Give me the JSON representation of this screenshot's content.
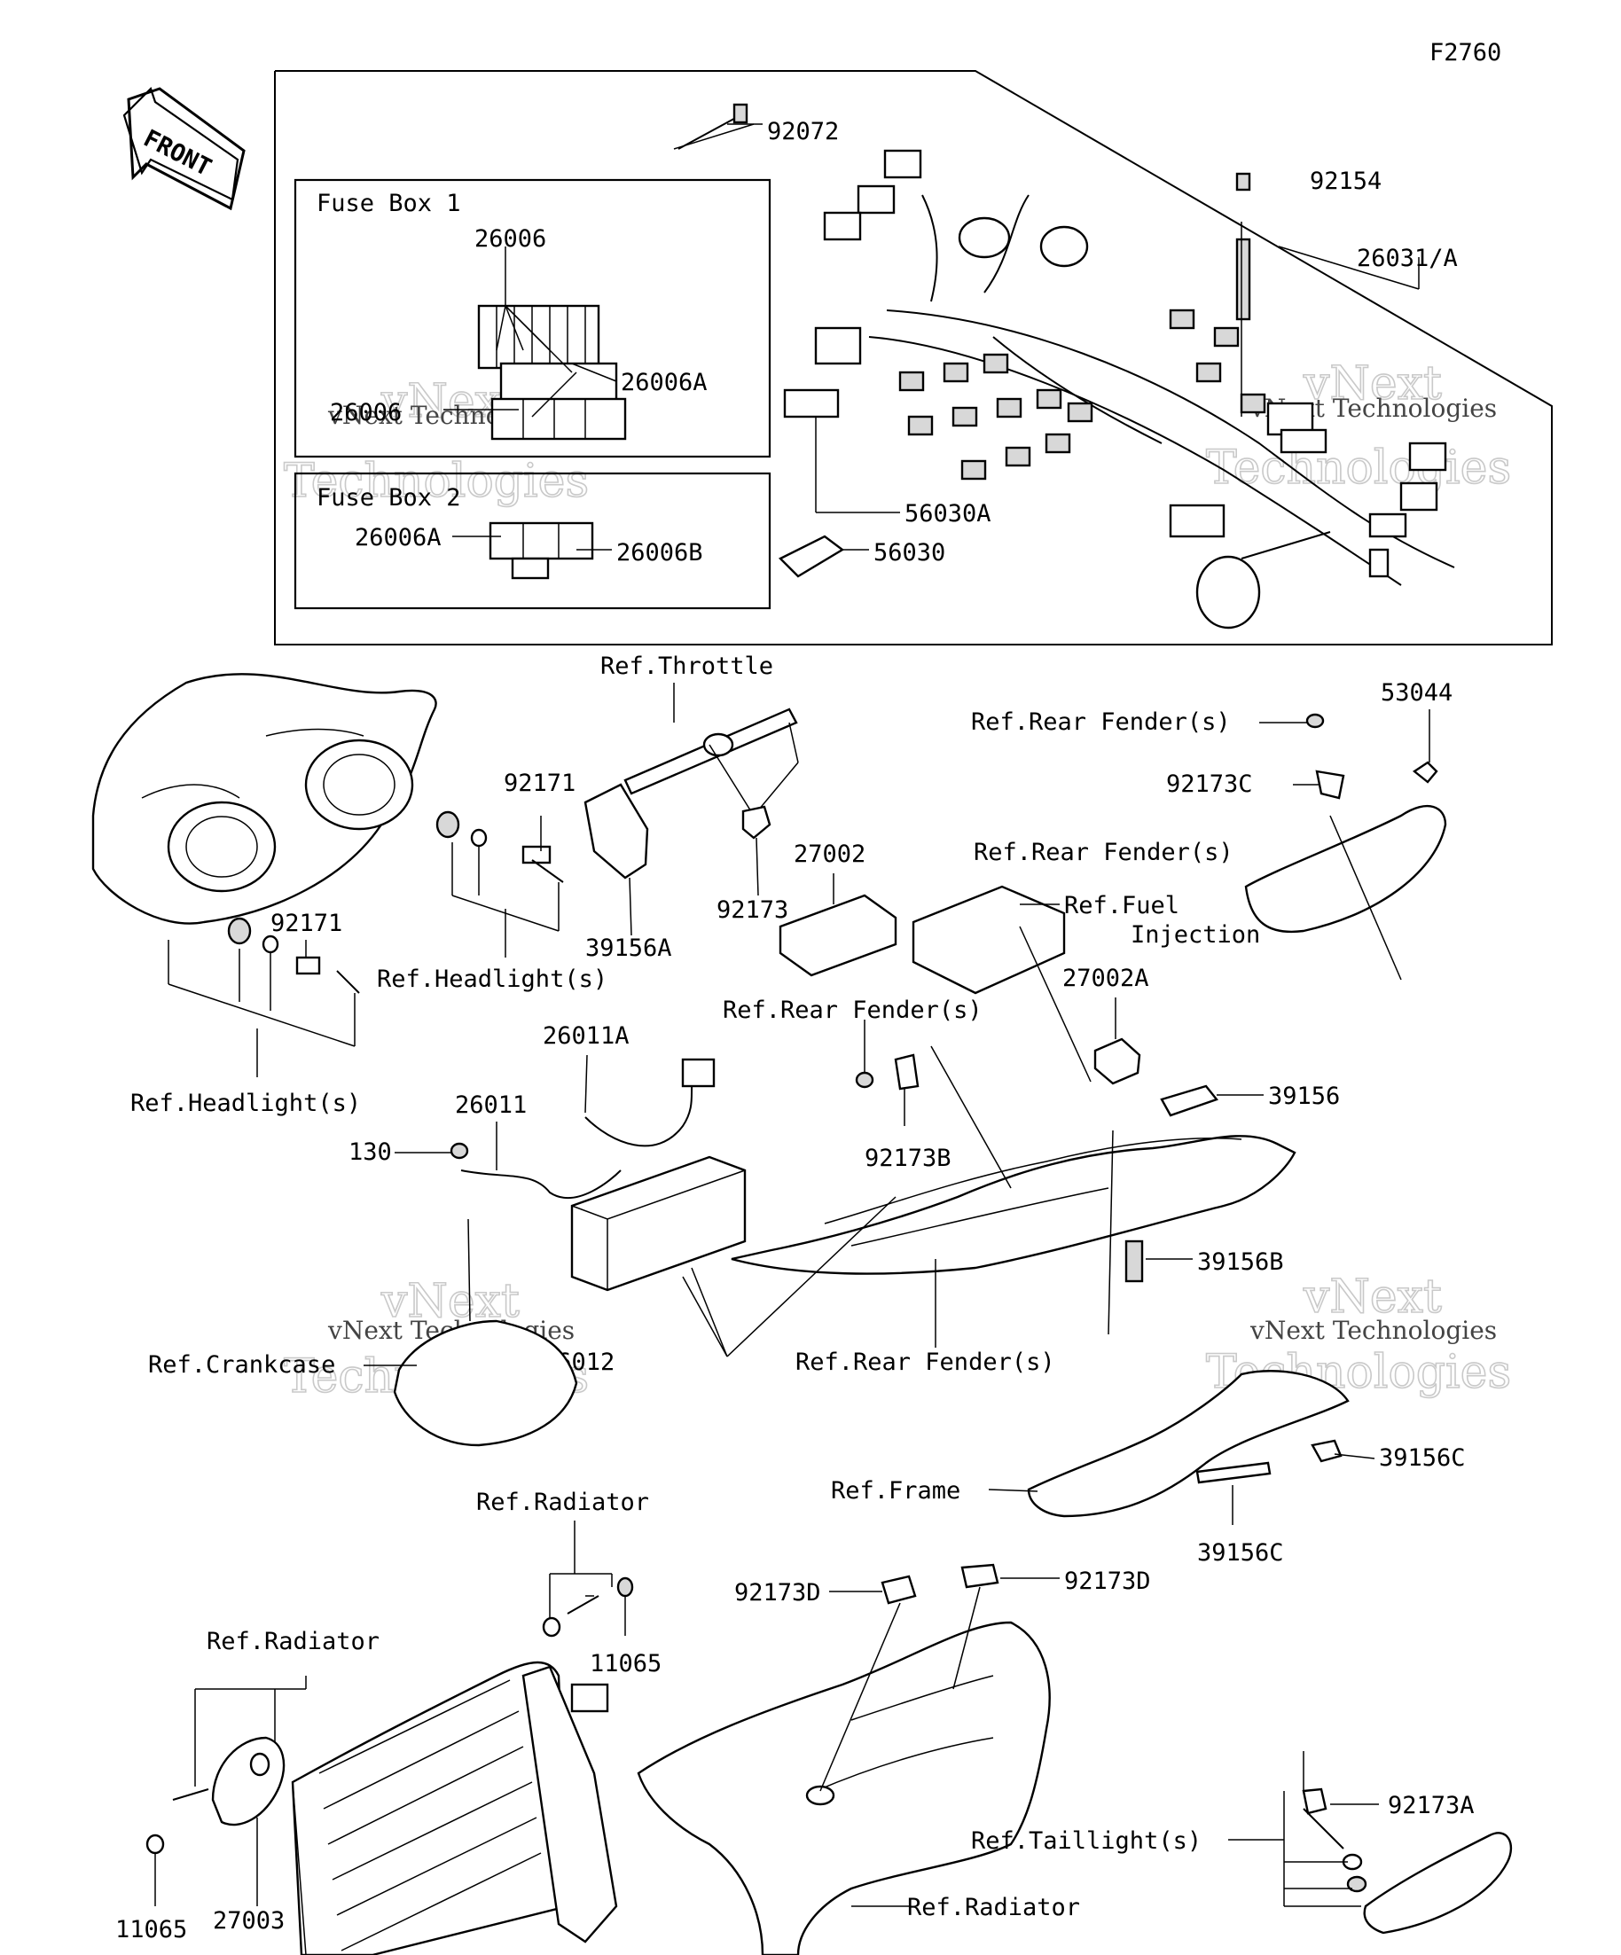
{
  "figure_code": "F2760",
  "direction_label": "FRONT",
  "fuse_box_1": {
    "title": "Fuse Box 1",
    "labels": [
      "26006",
      "26006A",
      "26006"
    ]
  },
  "fuse_box_2": {
    "title": "Fuse Box 2",
    "labels": [
      "26006A",
      "26006B"
    ]
  },
  "part_labels": [
    "92072",
    "92154",
    "26031/A",
    "56030A",
    "56030",
    "92171",
    "92171",
    "39156A",
    "92173",
    "27002",
    "27002A",
    "26011A",
    "26011",
    "130",
    "26012",
    "92173B",
    "39156",
    "39156B",
    "53044",
    "92173C",
    "39156C",
    "39156C",
    "92173D",
    "92173D",
    "11065",
    "11065",
    "27003",
    "92173A"
  ],
  "reference_labels": [
    "Ref.Throttle",
    "Ref.Headlight(s)",
    "Ref.Headlight(s)",
    "Ref.Rear Fender(s)",
    "Ref.Rear Fender(s)",
    "Ref.Rear Fender(s)",
    "Ref.Rear Fender(s)",
    "Ref.Fuel",
    "Injection",
    "Ref.Crankcase",
    "Ref.Frame",
    "Ref.Radiator",
    "Ref.Radiator",
    "Ref.Radiator",
    "Ref.Taillight(s)"
  ],
  "watermark": {
    "big": [
      "vNext",
      "Technologies"
    ],
    "small": "vNext Technologies"
  }
}
